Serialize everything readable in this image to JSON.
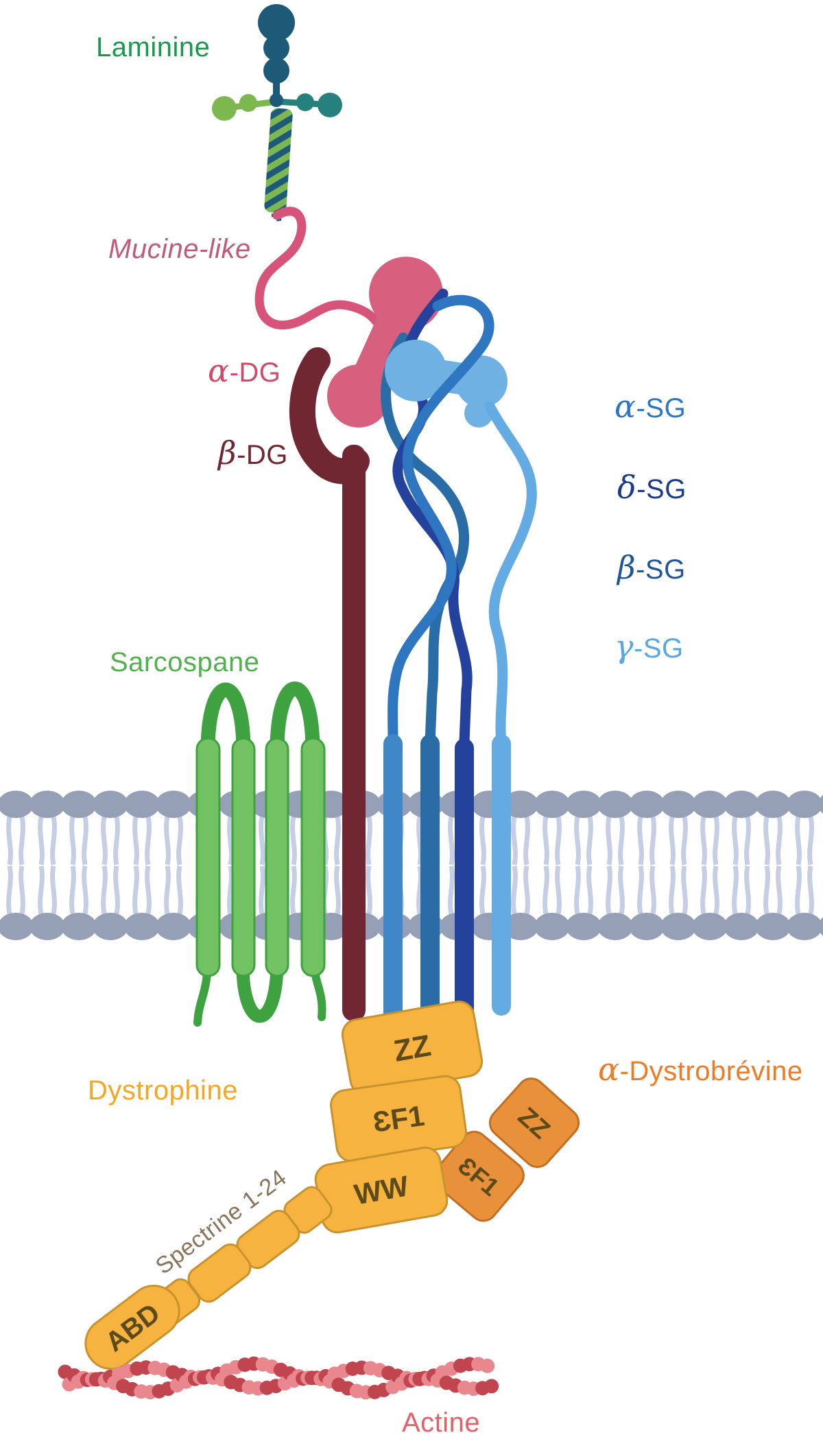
{
  "figure": "Dystrophin-associated glycoprotein complex at the sarcolemma",
  "labels": {
    "laminine": "Laminine",
    "mucine_like": "Mucine-like",
    "alpha_dg_greek": "α",
    "alpha_dg_rest": "-DG",
    "beta_dg_greek": "β",
    "beta_dg_rest": "-DG",
    "alpha_sg_greek": "α",
    "alpha_sg_rest": "-SG",
    "delta_sg_greek": "δ",
    "delta_sg_rest": "-SG",
    "beta_sg_greek": "β",
    "beta_sg_rest": "-SG",
    "gamma_sg_greek": "γ",
    "gamma_sg_rest": "-SG",
    "sarcospane": "Sarcospane",
    "dystrophine": "Dystrophine",
    "alpha_dystrobrevine_greek": "α",
    "alpha_dystrobrevine_rest": "-Dystrobrévine",
    "spectrine": "Spectrine 1-24",
    "actine": "Actine",
    "dystrophin_zz": "ZZ",
    "dystrophin_ef1": "ƐF1",
    "dystrophin_ww": "WW",
    "dystrophin_abd": "ABD",
    "dystrobrevine_zz": "ZZ",
    "dystrobrevine_ef1": "ƐF1"
  },
  "palette": {
    "laminine_label": "#169b4e",
    "laminin_teal_dark": "#1d5a78",
    "laminin_teal": "#26817e",
    "laminin_green": "#7cb74f",
    "mucine_label": "#c05a7d",
    "mucine_line": "#d6537a",
    "alpha_dg_label": "#d14a6a",
    "alpha_dg_fill": "#d6607e",
    "beta_dg": "#702731",
    "alpha_sg_label": "#2e77c0",
    "alpha_sg_fill": "#6fb1e3",
    "delta_sg": "#1a3a8c",
    "beta_sg": "#1f5596",
    "gamma_sg": "#58a7e0",
    "bar_blue_mid": "#3f87c6",
    "bar_blue_steel": "#2a6ca5",
    "bar_blue_navy": "#24419c",
    "bar_blue_light": "#63abe2",
    "sarcospane_label": "#52b14e",
    "sarcospan_fill": "#72c163",
    "sarcospan_stroke": "#3da23f",
    "membrane_head": "#95a0b6",
    "membrane_tail": "#c6cee6",
    "dystrophine_label": "#f5a623",
    "dystrophin_box_fill": "#f6b340",
    "dystrophin_box_stroke": "#c8922e",
    "dystrobrevine_label": "#ee7b26",
    "dystrobrevine_box_fill": "#e8913a",
    "dystrobrevine_box_stroke": "#c06f24",
    "spectrine_label": "#87745a",
    "actine_label": "#e4606a",
    "actin_dark": "#c0454f",
    "actin_light": "#e8878e"
  }
}
